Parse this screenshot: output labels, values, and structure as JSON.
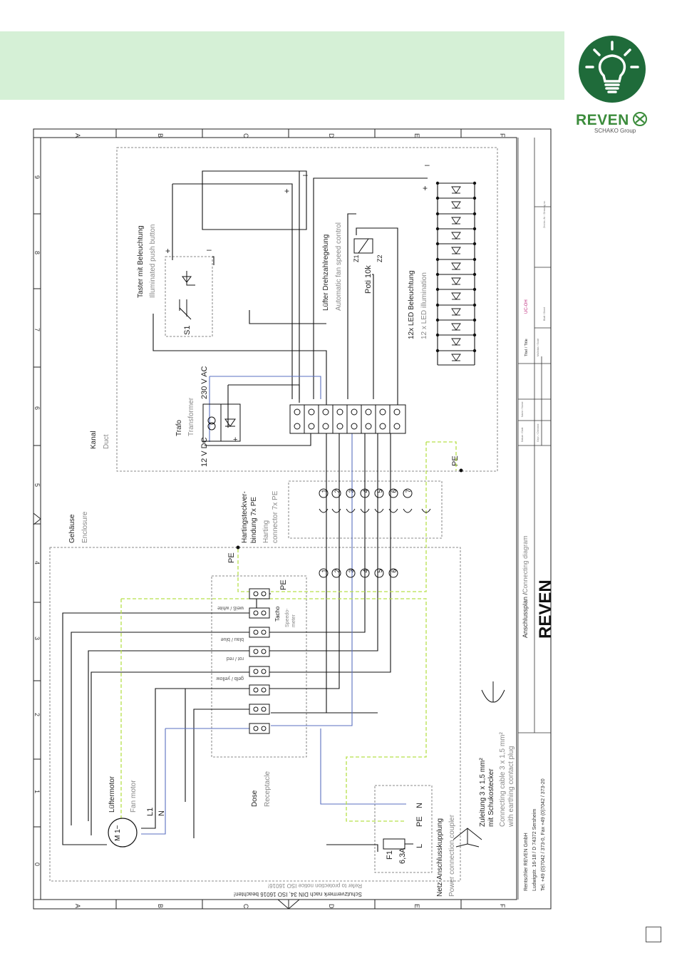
{
  "brand": {
    "name": "REVEN",
    "sub": "SCHAKO Group"
  },
  "icons": {
    "logo": "lightbulb-icon",
    "brand_mark": "reven-x-icon"
  },
  "colors": {
    "band": "#d5f0d6",
    "logo": "#1f6b3a",
    "brand": "#3c8c3c",
    "blue_wire": "#5a6fc0",
    "pe_wire": "#b6e04a"
  },
  "grid": {
    "rows": [
      "A",
      "B",
      "C",
      "D",
      "E",
      "F"
    ],
    "cols": [
      "0",
      "1",
      "2",
      "3",
      "4",
      "5",
      "6",
      "7",
      "8",
      "9"
    ]
  },
  "labels": {
    "taster_de": "Taster mit Beleuchtung",
    "taster_en": "Illuminated push button",
    "luefter_reg_de": "Lüfter Drehzahlregelung",
    "luefter_reg_en": "Automatic fan speed control",
    "led_de": "12x LED Beleuchtung",
    "led_en": "12 x LED illumination",
    "trafo_de": "Trafo",
    "trafo_en": "Transformer",
    "v230": "230 V AC",
    "v12": "12 V DC",
    "kanal_de": "Kanal",
    "kanal_en": "Duct",
    "gehaeuse_de": "Gehäuse",
    "gehaeuse_en": "Enclosure",
    "harting_de1": "Hartingsteckver-",
    "harting_de2": "bindung 7x PE",
    "harting_en1": "Harting",
    "harting_en2": "connector 7x PE",
    "pe": "PE",
    "s1": "S1",
    "z1": "Z1",
    "z2": "Z2",
    "poti": "Poti 10k",
    "motor_de": "Lüftermotor",
    "motor_en": "Fan motor",
    "motor_sym": "M 1~",
    "l1": "L1",
    "n": "N",
    "l": "L",
    "dose_de": "Dose",
    "dose_en": "Receptacle",
    "netz_de": "Netz-Anschlusskupplung",
    "netz_en": "Power connection coupler",
    "f1": "F1",
    "fuse": "6,3A",
    "zuleitung_de1": "Zuleitung 3 x 1,5 mm²",
    "zuleitung_de2": "mit Schukostecker",
    "zuleitung_en1": "Connecting cable 3 x 1,5 mm²",
    "zuleitung_en2": "with earthing contact plug",
    "weiss": "weiß / white",
    "blau": "blau / blue",
    "rot": "rot / red",
    "gelb": "gelb / yellow",
    "tacho": "Tacho",
    "speedo1": "Speedo-",
    "speedo2": "meter",
    "plus": "+",
    "minus": "–",
    "schutz_de": "Schutzvermerk nach DIN 34, ISO 16016 beachten!",
    "schutz_en": "Refer to protection notice ISO 16016!",
    "company": "Rentschler REVEN GmbH",
    "address": "Ludwigstr. 16-18 / D 74372 Sersheim",
    "phone": "Tel. +49 (0)7042 / 373-0, Fax +49 (0)7042 / 373-20",
    "plan_de": "Anschlussplan /",
    "plan_en": "Connecting diagram",
    "logo_text": "REVEN",
    "title_label": "Titel / Title",
    "uc_code": "UC-OH",
    "tb_small": [
      "Datum / Date",
      "Name / Name",
      "Gepr. / Checked",
      "Maßstab / Scale",
      "Blatt / Sheet",
      "Zeichn.-Nr. / Drawing no."
    ]
  },
  "harting_pins": [
    "1",
    "2",
    "3",
    "4",
    "5",
    "6",
    "7"
  ],
  "lower_pins": [
    "1",
    "2",
    "3",
    "4",
    "5",
    "6"
  ],
  "terminal_count": 8
}
